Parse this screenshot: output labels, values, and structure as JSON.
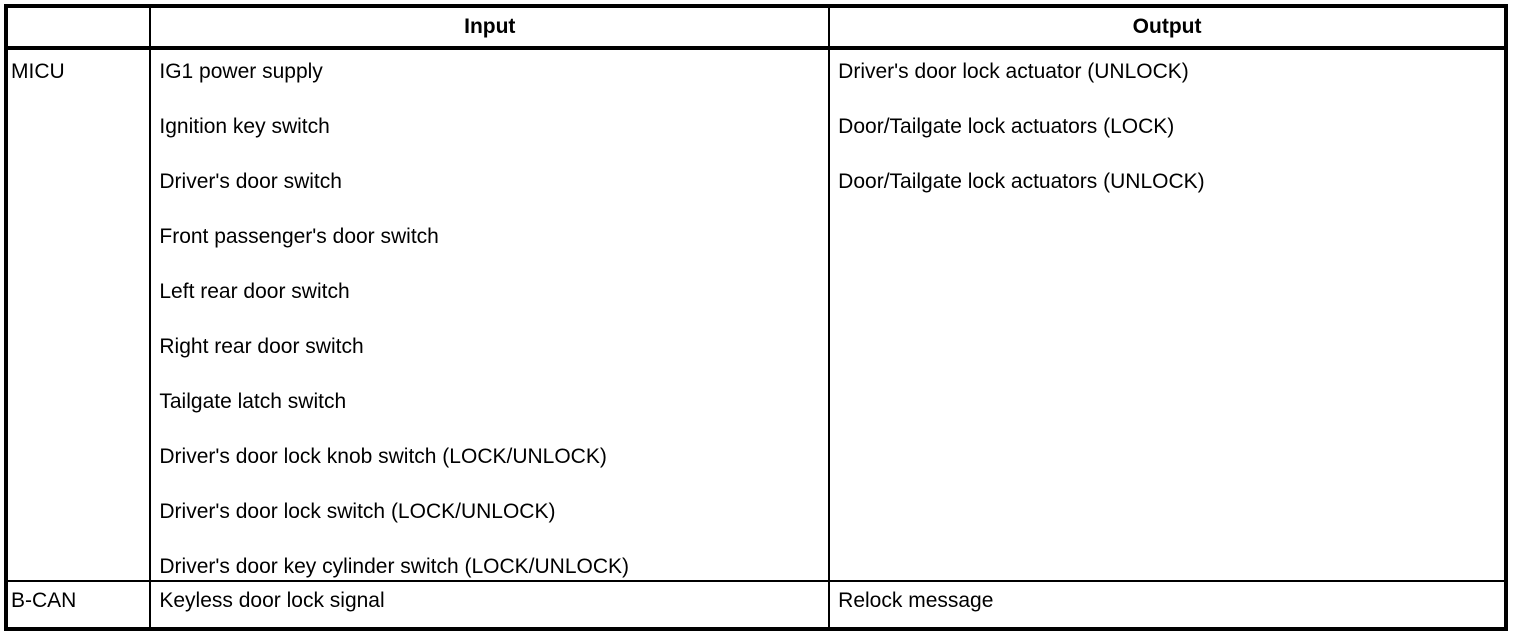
{
  "table": {
    "headers": {
      "system": "",
      "input": "Input",
      "output": "Output"
    },
    "rows": [
      {
        "system": "MICU",
        "inputs": [
          "IG1 power supply",
          "Ignition key switch",
          "Driver's door switch",
          "Front passenger's door switch",
          "Left rear door switch",
          "Right rear door switch",
          "Tailgate latch switch",
          "Driver's door lock knob switch (LOCK/UNLOCK)",
          "Driver's door lock switch (LOCK/UNLOCK)",
          "Driver's door key cylinder switch (LOCK/UNLOCK)"
        ],
        "outputs": [
          "Driver's door lock actuator (UNLOCK)",
          "Door/Tailgate lock actuators (LOCK)",
          "Door/Tailgate lock actuators (UNLOCK)"
        ]
      },
      {
        "system": "B-CAN",
        "inputs": [
          "Keyless door lock signal"
        ],
        "outputs": [
          "Relock message"
        ]
      }
    ]
  },
  "colors": {
    "border": "#000000",
    "text": "#000000",
    "background": "#ffffff"
  }
}
